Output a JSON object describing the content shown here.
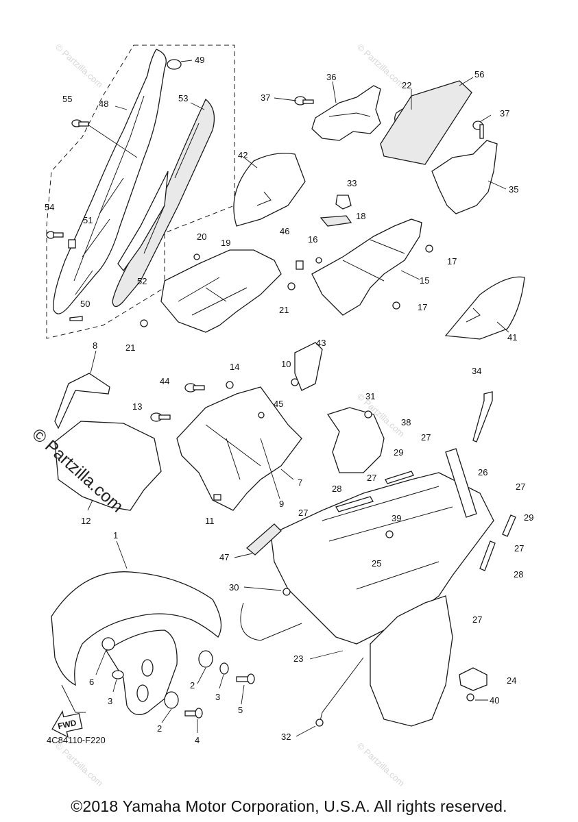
{
  "diagram_code": "4C84110-F220",
  "copyright": "©2018 Yamaha Motor Corporation, U.S.A. All rights reserved.",
  "watermark": "© Partzilla.com",
  "fwd_label": "FWD",
  "callouts": [
    "1",
    "2",
    "2",
    "3",
    "3",
    "4",
    "5",
    "6",
    "7",
    "8",
    "9",
    "10",
    "11",
    "12",
    "13",
    "14",
    "15",
    "16",
    "17",
    "17",
    "18",
    "19",
    "20",
    "21",
    "21",
    "22",
    "23",
    "24",
    "25",
    "26",
    "27",
    "27",
    "27",
    "27",
    "27",
    "27",
    "28",
    "28",
    "29",
    "29",
    "30",
    "31",
    "32",
    "33",
    "34",
    "35",
    "36",
    "37",
    "37",
    "38",
    "39",
    "40",
    "41",
    "42",
    "43",
    "44",
    "45",
    "46",
    "47",
    "48",
    "49",
    "50",
    "51",
    "52",
    "53",
    "54",
    "55",
    "56"
  ]
}
